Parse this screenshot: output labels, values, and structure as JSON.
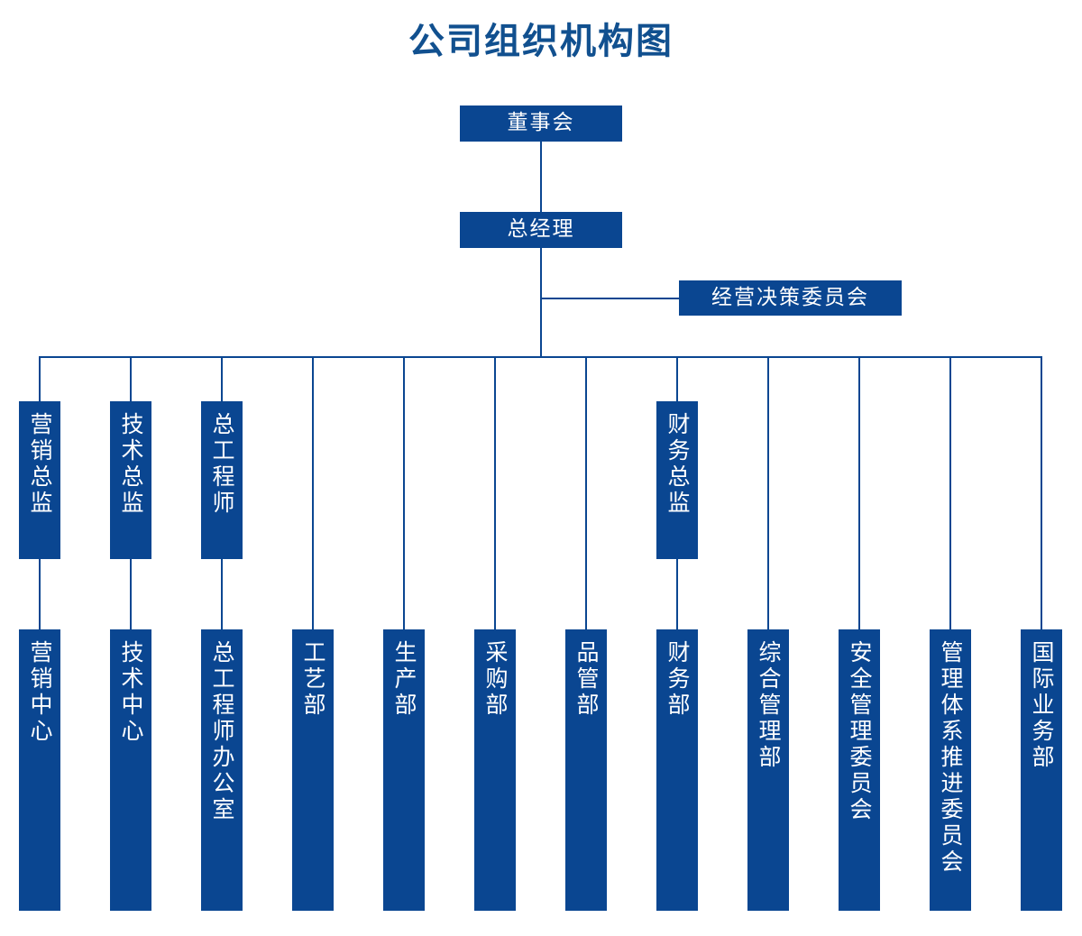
{
  "page": {
    "title": "公司组织机构图",
    "title_color": "#11508f",
    "box_color": "#0a4691",
    "connector_color": "#0a4691",
    "background": "#ffffff"
  },
  "nodes": {
    "board": {
      "label": "董事会"
    },
    "general_manager": {
      "label": "总经理"
    },
    "decision_committee": {
      "label": "经营决策委员会"
    }
  },
  "directors": [
    {
      "label": "营销总监"
    },
    {
      "label": "技术总监"
    },
    {
      "label": "总工程师"
    },
    {
      "label": "财务总监"
    }
  ],
  "departments": [
    {
      "label": "营销中心"
    },
    {
      "label": "技术中心"
    },
    {
      "label": "总工程师办公室"
    },
    {
      "label": "工艺部"
    },
    {
      "label": "生产部"
    },
    {
      "label": "采购部"
    },
    {
      "label": "品管部"
    },
    {
      "label": "财务部"
    },
    {
      "label": "综合管理部"
    },
    {
      "label": "安全管理委员会"
    },
    {
      "label": "管理体系推进委员会"
    },
    {
      "label": "国际业务部"
    }
  ],
  "chart_data": {
    "type": "diagram",
    "title": "公司组织机构图",
    "diagram_kind": "organizational-chart",
    "levels": [
      {
        "level": 1,
        "nodes": [
          "董事会"
        ]
      },
      {
        "level": 2,
        "nodes": [
          "总经理"
        ]
      },
      {
        "level": 3,
        "nodes": [
          "经营决策委员会"
        ]
      },
      {
        "level": 4,
        "nodes": [
          "营销总监",
          "技术总监",
          "总工程师",
          "财务总监"
        ]
      },
      {
        "level": 5,
        "nodes": [
          "营销中心",
          "技术中心",
          "总工程师办公室",
          "工艺部",
          "生产部",
          "采购部",
          "品管部",
          "财务部",
          "综合管理部",
          "安全管理委员会",
          "管理体系推进委员会",
          "国际业务部"
        ]
      }
    ],
    "edges": [
      {
        "from": "董事会",
        "to": "总经理"
      },
      {
        "from": "总经理",
        "to": "经营决策委员会"
      },
      {
        "from": "总经理",
        "to": "营销总监"
      },
      {
        "from": "总经理",
        "to": "技术总监"
      },
      {
        "from": "总经理",
        "to": "总工程师"
      },
      {
        "from": "总经理",
        "to": "工艺部"
      },
      {
        "from": "总经理",
        "to": "生产部"
      },
      {
        "from": "总经理",
        "to": "采购部"
      },
      {
        "from": "总经理",
        "to": "品管部"
      },
      {
        "from": "总经理",
        "to": "财务总监"
      },
      {
        "from": "总经理",
        "to": "综合管理部"
      },
      {
        "from": "总经理",
        "to": "安全管理委员会"
      },
      {
        "from": "总经理",
        "to": "管理体系推进委员会"
      },
      {
        "from": "总经理",
        "to": "国际业务部"
      },
      {
        "from": "营销总监",
        "to": "营销中心"
      },
      {
        "from": "技术总监",
        "to": "技术中心"
      },
      {
        "from": "总工程师",
        "to": "总工程师办公室"
      },
      {
        "from": "财务总监",
        "to": "财务部"
      }
    ]
  }
}
